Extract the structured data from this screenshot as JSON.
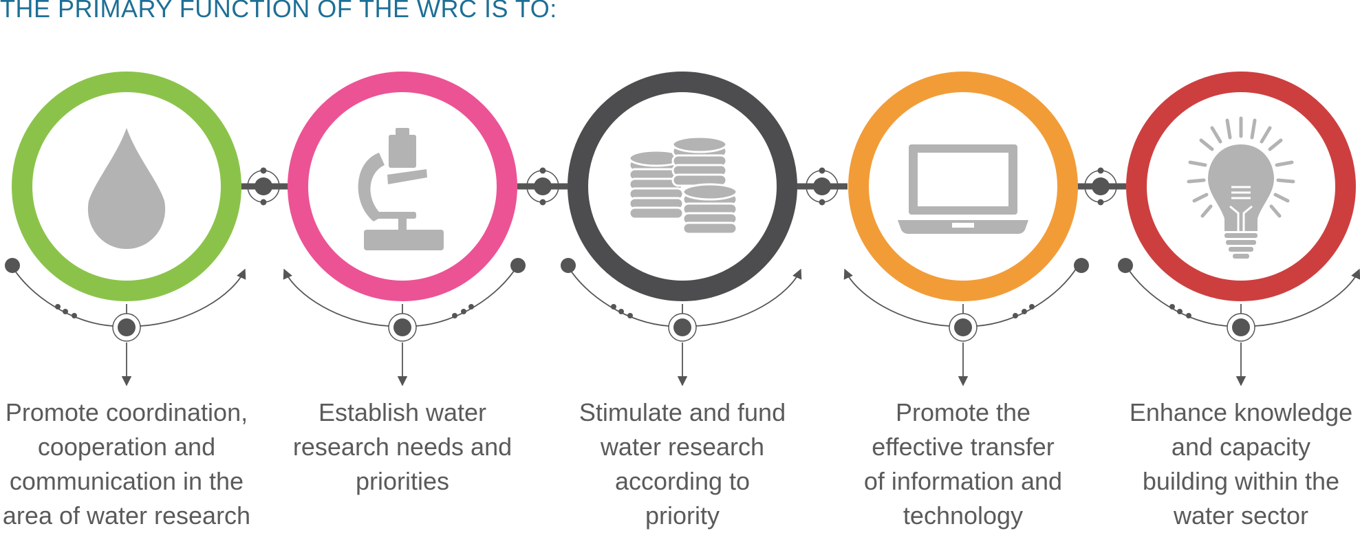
{
  "title": "THE PRIMARY FUNCTION OF THE WRC IS TO:",
  "colors": {
    "title": "#1d6f95",
    "connector": "#555555",
    "icon": "#b3b3b3",
    "caption_text": "#5a5a5a"
  },
  "steps": [
    {
      "icon": "water-drop-icon",
      "ring_color": "#8bc34a",
      "caption": [
        "Promote coordination,",
        "cooperation and",
        "communication in the",
        "area of water research"
      ]
    },
    {
      "icon": "microscope-icon",
      "ring_color": "#ec5394",
      "caption": [
        "Establish water",
        "research needs and",
        "priorities"
      ]
    },
    {
      "icon": "coins-icon",
      "ring_color": "#4d4d4f",
      "caption": [
        "Stimulate and fund",
        "water research",
        "according to",
        "priority"
      ]
    },
    {
      "icon": "laptop-icon",
      "ring_color": "#f29c38",
      "caption": [
        "Promote the",
        "effective transfer",
        "of information and",
        "technology"
      ]
    },
    {
      "icon": "light-bulb-icon",
      "ring_color": "#cd3f3f",
      "caption": [
        "Enhance knowledge",
        "and capacity",
        "building within the",
        "water sector"
      ]
    }
  ]
}
